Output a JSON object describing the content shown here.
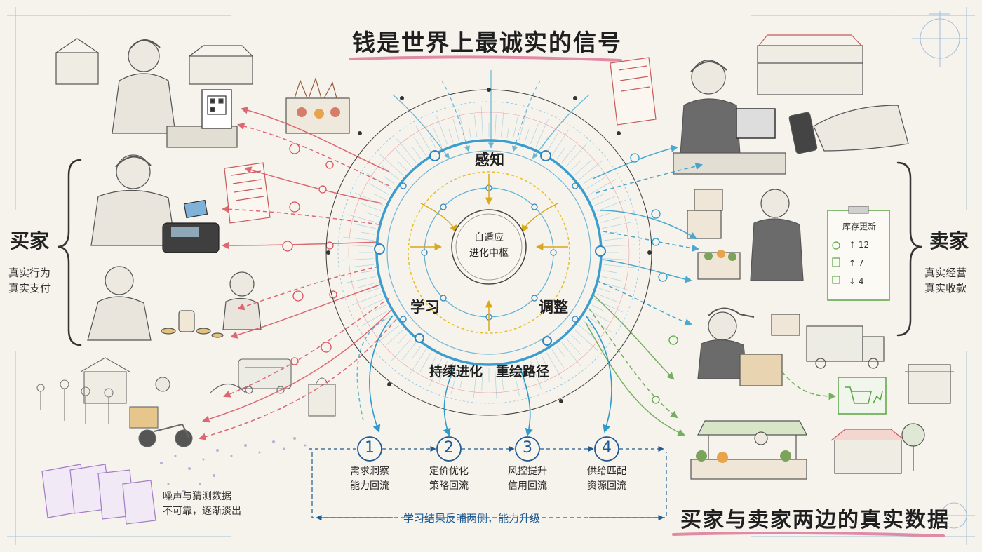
{
  "title": "钱是世界上最诚实的信号",
  "bottom_title": "买家与卖家两边的真实数据",
  "buyer": {
    "label": "买家",
    "line1": "真实行为",
    "line2": "真实支付"
  },
  "seller": {
    "label": "卖家",
    "line1": "真实经营",
    "line2": "真实收款"
  },
  "hub": {
    "line1": "自适应",
    "line2": "进化中枢"
  },
  "ring": {
    "perceive": "感知",
    "learn": "学习",
    "adjust": "调整",
    "evolve": "持续进化",
    "redraw": "重绘路径"
  },
  "steps": [
    {
      "num": "1",
      "line1": "需求洞察",
      "line2": "能力回流"
    },
    {
      "num": "2",
      "line1": "定价优化",
      "line2": "策略回流"
    },
    {
      "num": "3",
      "line1": "风控提升",
      "line2": "信用回流"
    },
    {
      "num": "4",
      "line1": "供给匹配",
      "line2": "资源回流"
    }
  ],
  "feedback_note": "学习结果反哺两侧，能力升级",
  "noise": {
    "line1": "噪声与猜测数据",
    "line2": "不可靠，逐渐淡出"
  },
  "inventory": {
    "title": "库存更新",
    "rows": [
      {
        "arrow": "↑",
        "value": "12"
      },
      {
        "arrow": "↑",
        "value": "7"
      },
      {
        "arrow": "↓",
        "value": "4"
      }
    ]
  },
  "colors": {
    "buyer_flow": "#d9505f",
    "seller_flow": "#2e9bcb",
    "core_yellow": "#e7be2c",
    "green_flow": "#5aa544",
    "noise": "#9b6fc4"
  }
}
